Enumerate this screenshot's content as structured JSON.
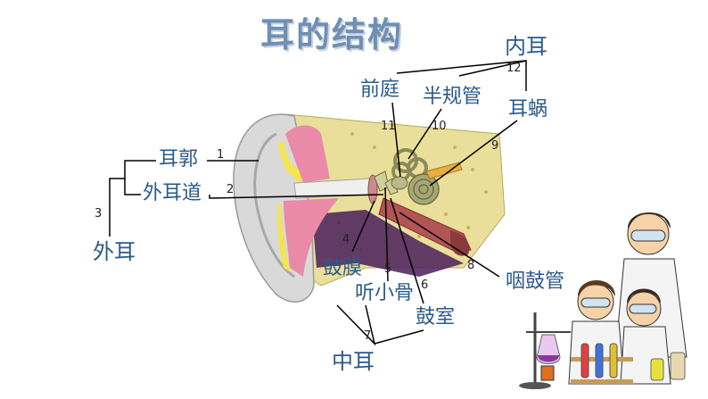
{
  "title": "耳的结构",
  "labels": {
    "outer_ear": "外耳",
    "pinna": "耳郭",
    "ear_canal": "外耳道",
    "inner_ear": "内耳",
    "vestibule": "前庭",
    "semicircular_canals": "半规管",
    "cochlea": "耳蜗",
    "eardrum": "鼓膜",
    "ossicles": "听小骨",
    "tympanic_cavity": "鼓室",
    "eustachian_tube": "咽鼓管",
    "middle_ear": "中耳"
  },
  "numbers": [
    "1",
    "2",
    "3",
    "4",
    "5",
    "6",
    "7",
    "8",
    "9",
    "10",
    "11",
    "12"
  ],
  "colors": {
    "label": "#2a5a8a",
    "title": "#6f8fb3",
    "skin": "#dcdcdc",
    "bone": "#f0e6a0",
    "flesh": "#e88aa8",
    "cartilage": "#f2e54d",
    "inner_ear": "#9c9c6e",
    "tube": "#a84a4a"
  }
}
